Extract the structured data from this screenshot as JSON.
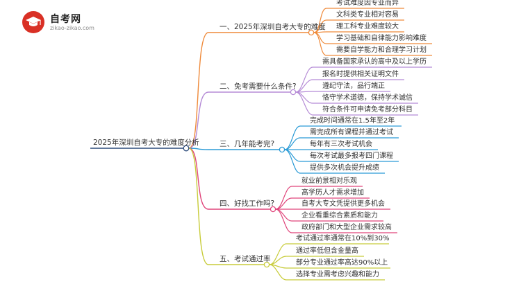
{
  "site": {
    "name": "自考网",
    "domain": "zikao-zikao.com"
  },
  "mindmap": {
    "root": "2025年深圳自考大专的难度分析",
    "branches": [
      {
        "label": "一、2025年深圳自考大专的难度",
        "color": "#ef8a3a",
        "children": [
          "考试难度因专业而异",
          "文科类专业相对容易",
          "理工科专业难度较大",
          "学习基础和自律能力影响难度",
          "需要自学能力和合理学习计划"
        ]
      },
      {
        "label": "二、免考需要什么条件?",
        "color": "#b58bd6",
        "children": [
          "需具备国家承认的高中及以上学历",
          "报名时提供相关证明文件",
          "遵纪守法，品行端正",
          "恪守学术道德，保持学术诚信",
          "符合条件可申请免考部分科目"
        ]
      },
      {
        "label": "三、几年能考完?",
        "color": "#2b9bd6",
        "children": [
          "完成时间通常在1.5年至2年",
          "需完成所有课程并通过考试",
          "每年有三次考试机会",
          "每次考试最多报考四门课程",
          "提供多次机会提升成绩"
        ]
      },
      {
        "label": "四、好找工作吗?",
        "color": "#e0457b",
        "children": [
          "就业前景相对乐观",
          "高学历人才需求增加",
          "自考大专文凭提供更多机会",
          "企业看重综合素质和能力",
          "政府部门和大型企业需求较高"
        ]
      },
      {
        "label": "五、考试通过率",
        "color": "#c8cc3a",
        "children": [
          "考试通过率通常在10%到30%",
          "通过率低但含金量高",
          "部分专业通过率高达90%以上",
          "选择专业需考虑兴趣和能力"
        ]
      }
    ]
  }
}
